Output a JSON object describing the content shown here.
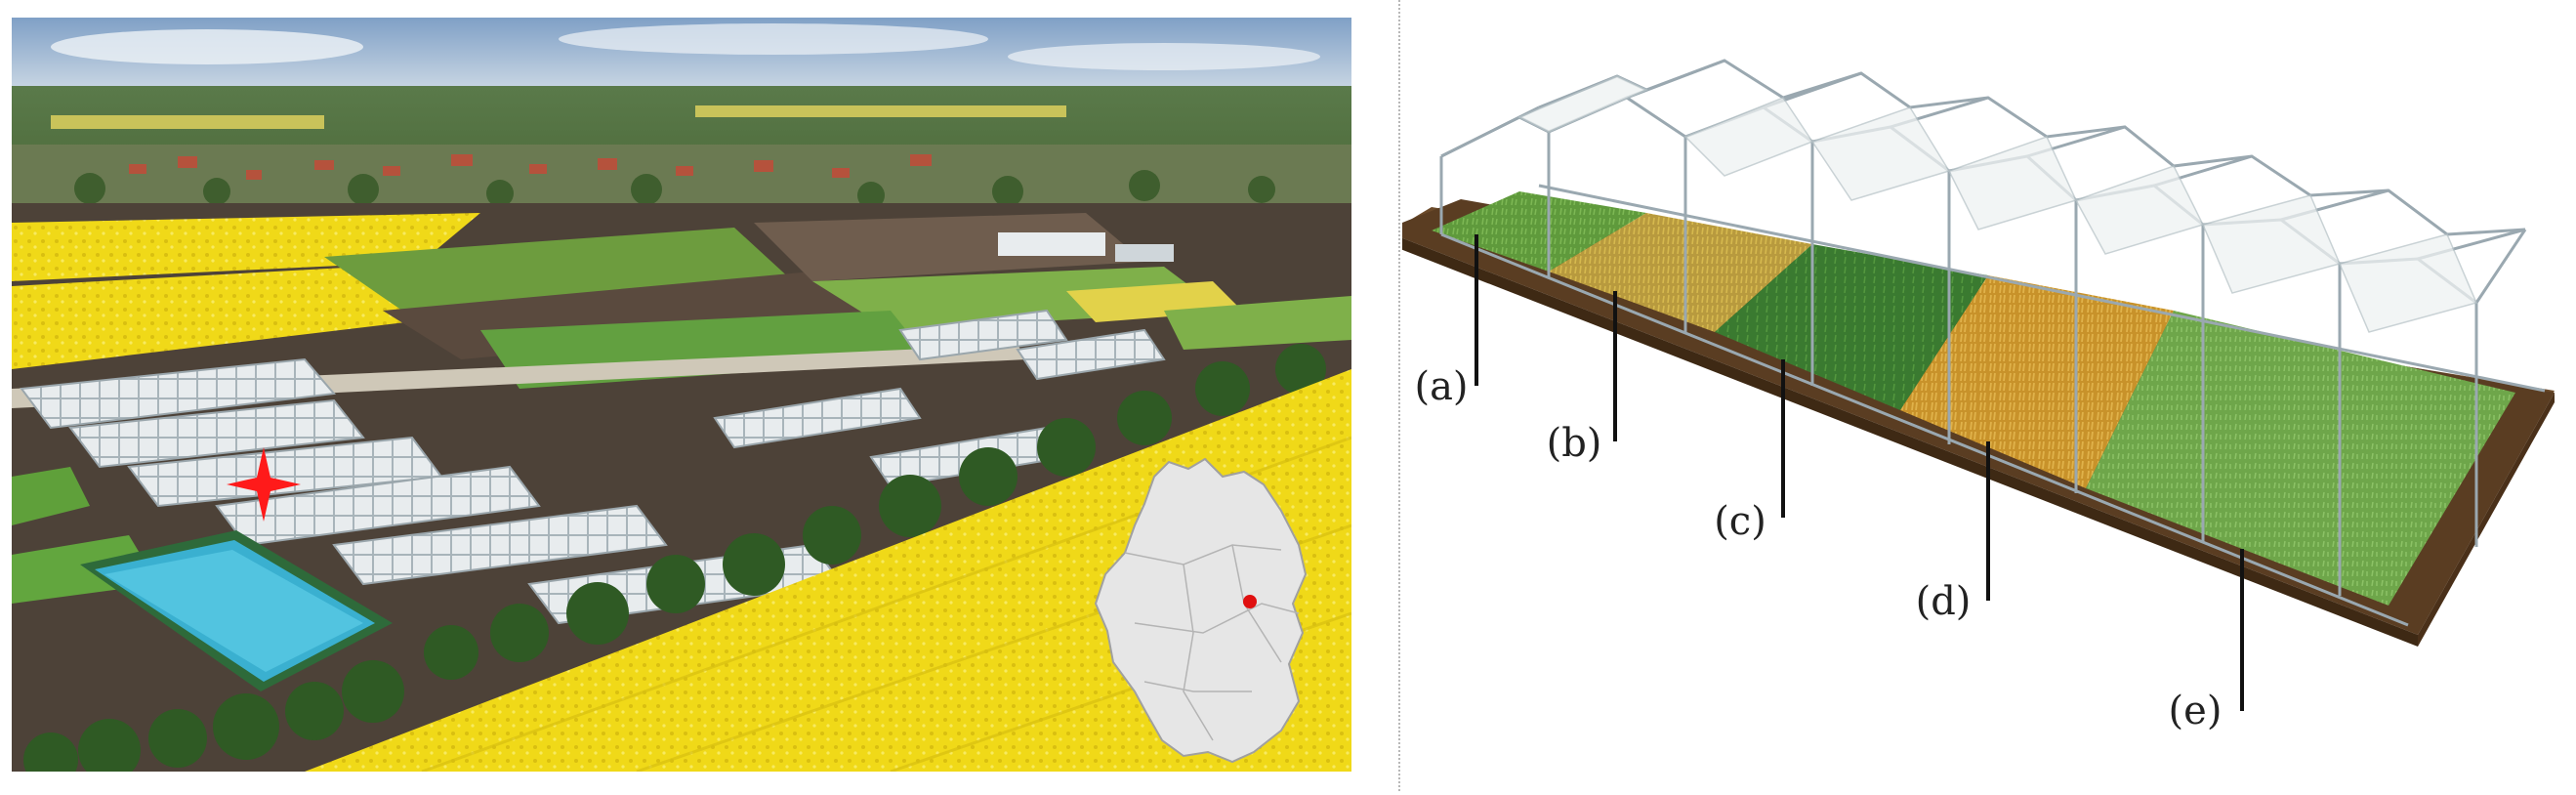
{
  "figure": {
    "photo": {
      "marker_color": "#ff1a1a",
      "location_dot_color": "#e01010",
      "field_color": "#f2dc1e",
      "map_color": "#e6e6e6"
    },
    "diagram": {
      "labels": [
        "(a)",
        "(b)",
        "(c)",
        "(d)",
        "(e)"
      ],
      "plot_colors": {
        "a": "#5c9a3a",
        "b": "#b8a040",
        "c": "#3b7a32",
        "d": "#c8962e",
        "e": "#6ea64a"
      },
      "soil_color": "#5a3d22"
    }
  }
}
